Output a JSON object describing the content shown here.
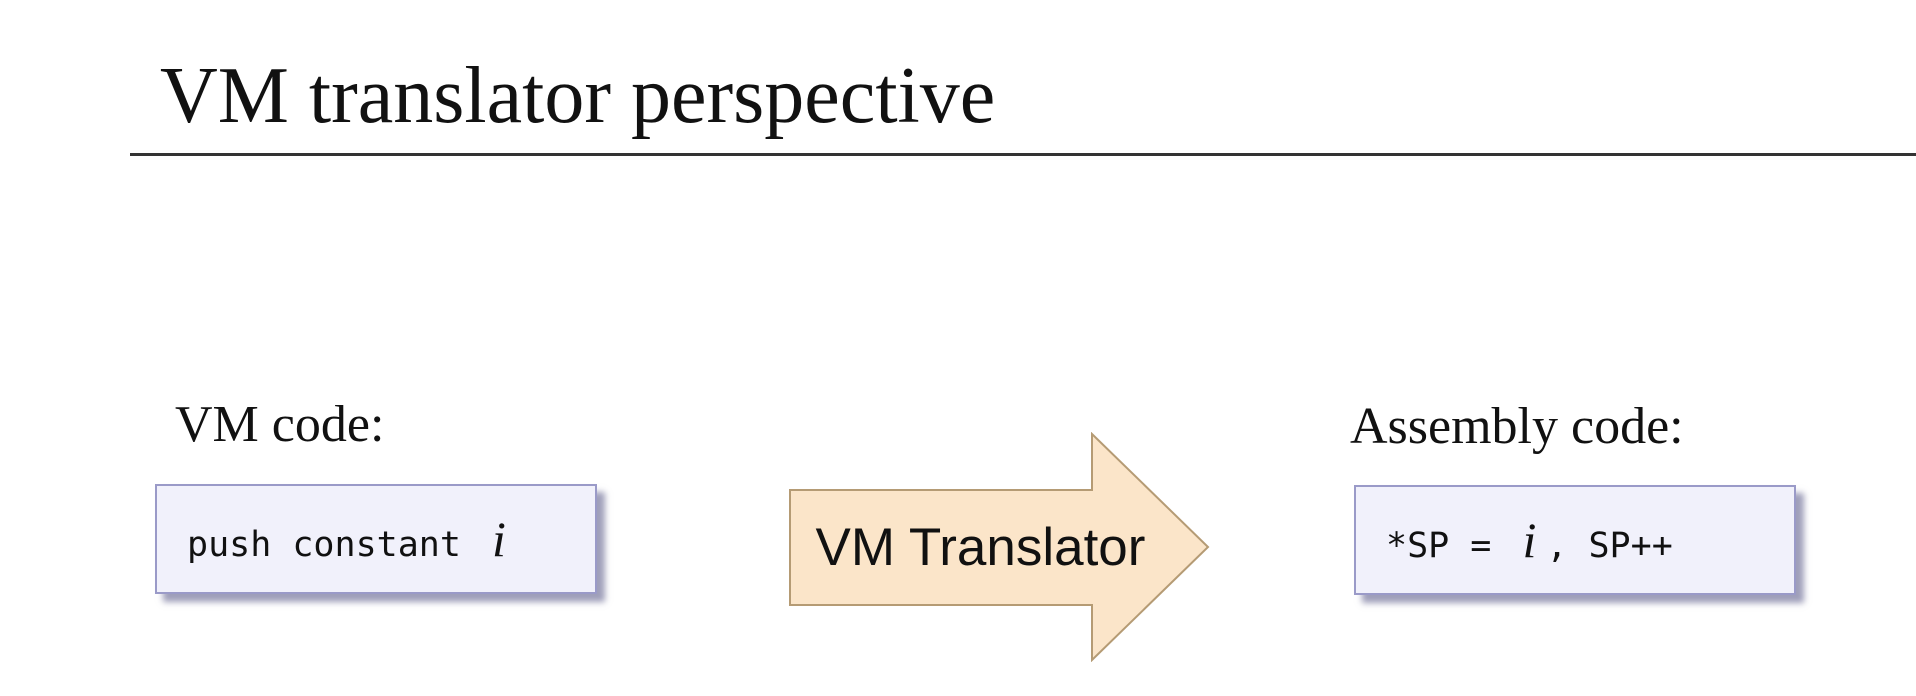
{
  "slide": {
    "title": "VM translator perspective"
  },
  "vm_code": {
    "label": "VM code:",
    "code_prefix": "push constant ",
    "code_var": "i",
    "code_suffix": ""
  },
  "translator": {
    "label": "VM Translator",
    "fill_color": "#fbe5c9",
    "stroke_color": "#b59b74"
  },
  "assembly_code": {
    "label": "Assembly code:",
    "code_prefix": "*SP = ",
    "code_var": "i",
    "code_suffix": ", SP++"
  }
}
